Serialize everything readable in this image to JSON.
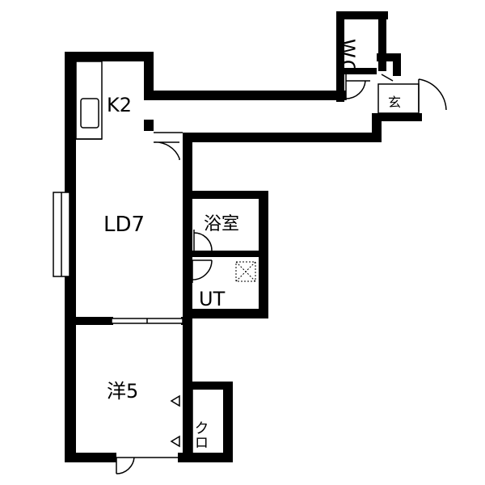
{
  "rooms": {
    "kitchen": "K2",
    "living_dining": "LD7",
    "bath": "浴室",
    "utility": "UT",
    "western_room": "洋5",
    "closet": "クロ",
    "toilet": "WC",
    "entrance": "玄"
  }
}
